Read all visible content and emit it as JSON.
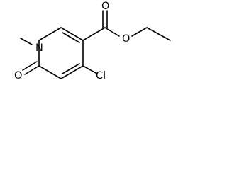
{
  "molecule": {
    "atom_labels": {
      "ring_nitrogen": "N",
      "ring_carbonyl_oxygen": "O",
      "chlorine": "Cl",
      "ester_carbonyl_oxygen": "O",
      "ester_ether_oxygen": "O"
    },
    "colors": {
      "bond": "#000000",
      "label": "#000000",
      "background": "#ffffff"
    }
  }
}
